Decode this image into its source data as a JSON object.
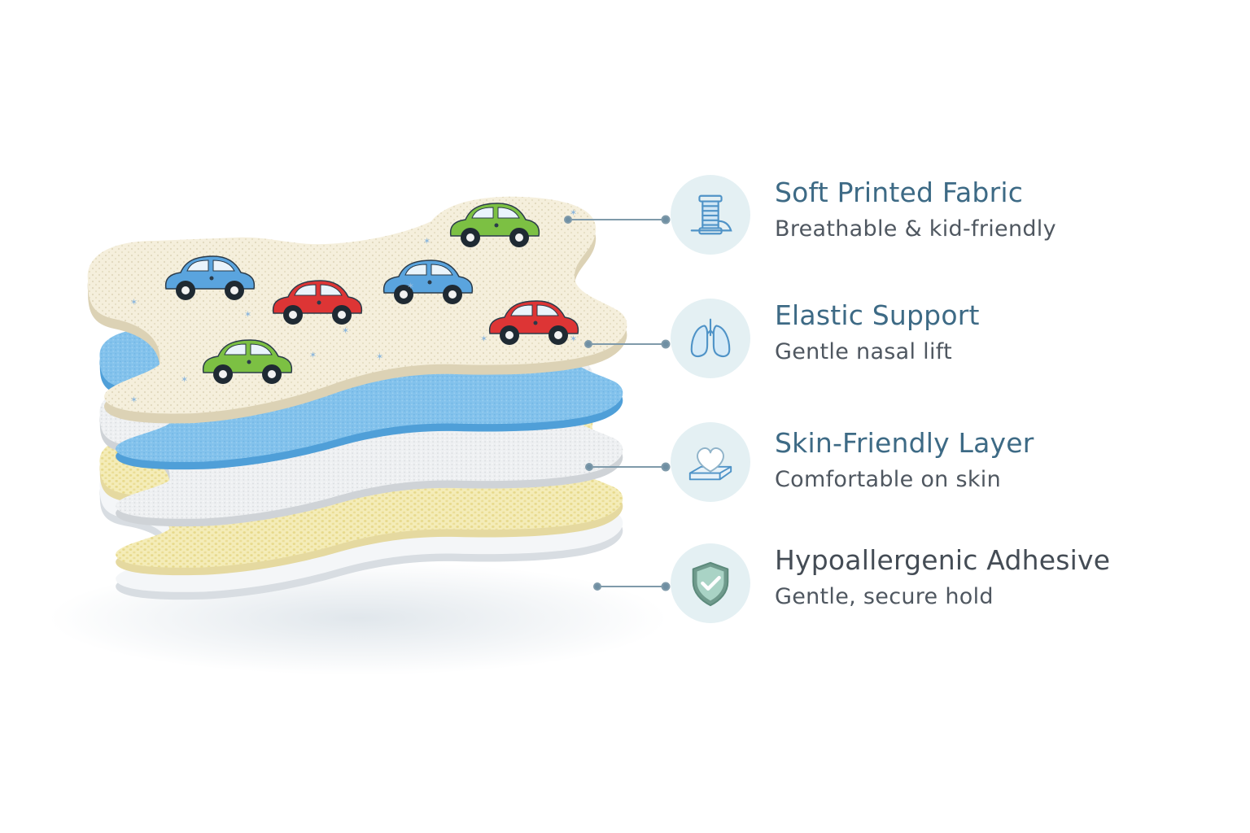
{
  "colors": {
    "title": "#3d6a85",
    "title_dark": "#444c55",
    "subtitle": "#4f5760",
    "connector": "#7f9aaa",
    "icon_bg": "#e4f0f3",
    "icon_stroke": "#4f93c7",
    "fabric": "#f5efdc",
    "elastic": "#83c2ec",
    "skin": "#eef0f2",
    "adhesive": "#f4ecb8",
    "liner": "#f4f6f8",
    "car_blue": "#5aa4de",
    "car_red": "#dd3535",
    "car_green": "#7cc043"
  },
  "features": [
    {
      "title": "Soft Printed Fabric",
      "subtitle": "Breathable & kid-friendly",
      "icon": "thread-spool-icon"
    },
    {
      "title": "Elastic Support",
      "subtitle": "Gentle nasal lift",
      "icon": "lungs-icon"
    },
    {
      "title": "Skin-Friendly Layer",
      "subtitle": "Comfortable on skin",
      "icon": "heart-cushion-icon"
    },
    {
      "title": "Hypoallergenic Adhesive",
      "subtitle": "Gentle, secure hold",
      "icon": "shield-check-icon"
    }
  ],
  "layers": [
    {
      "name": "printed-fabric",
      "color": "#f5efdc"
    },
    {
      "name": "elastic",
      "color": "#83c2ec"
    },
    {
      "name": "skin-layer",
      "color": "#eef0f2"
    },
    {
      "name": "adhesive",
      "color": "#f4ecb8"
    },
    {
      "name": "liner",
      "color": "#f4f6f8"
    }
  ],
  "cars": [
    {
      "color": "blue"
    },
    {
      "color": "red"
    },
    {
      "color": "blue"
    },
    {
      "color": "green"
    },
    {
      "color": "green"
    },
    {
      "color": "red"
    }
  ]
}
